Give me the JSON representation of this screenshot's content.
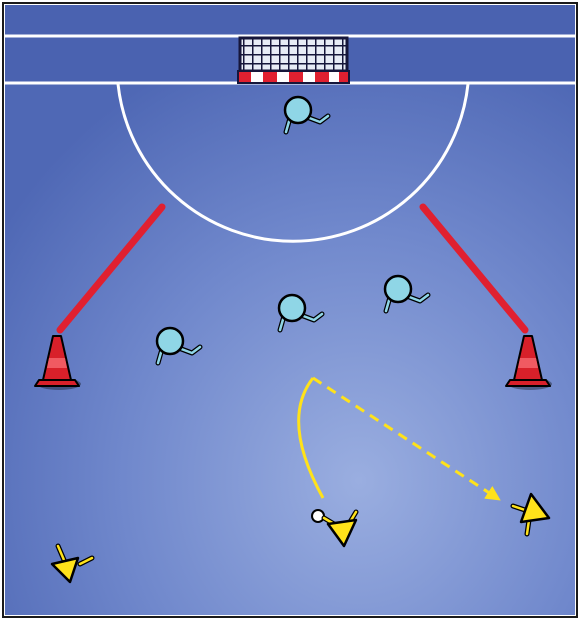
{
  "diagram": {
    "kind": "handball-drill",
    "colors": {
      "court_light": "#7f9ad3",
      "court_dark": "#4f68b5",
      "end_band": "#4a62b0",
      "line_white": "#ffffff",
      "boundary_red": "#e02030",
      "cone_red": "#d8202a",
      "goal_net": "#16163a",
      "defender_fill": "#8fd6e6",
      "attacker_fill": "#ffe21a",
      "ball_fill": "#ffffff",
      "path_yellow": "#ffe21a",
      "outline": "#000000"
    },
    "elements": {
      "goal": {
        "icon": "goal-net-icon"
      },
      "goal_area_line": {
        "shape": "semicircle"
      },
      "boundary_lines": [
        {
          "side": "left"
        },
        {
          "side": "right"
        }
      ],
      "cones": [
        {
          "side": "left",
          "icon": "cone-icon"
        },
        {
          "side": "right",
          "icon": "cone-icon"
        }
      ],
      "defenders": [
        {
          "role": "goalkeeper",
          "icon": "defender-player-icon"
        },
        {
          "role": "defender",
          "icon": "defender-player-icon"
        },
        {
          "role": "defender",
          "icon": "defender-player-icon"
        },
        {
          "role": "defender",
          "icon": "defender-player-icon"
        }
      ],
      "attackers": [
        {
          "role": "attacker-with-ball",
          "icon": "attacker-player-icon"
        },
        {
          "role": "attacker-right",
          "icon": "attacker-player-icon"
        },
        {
          "role": "attacker-left",
          "icon": "attacker-player-icon"
        }
      ],
      "ball": {
        "icon": "ball-icon"
      },
      "movements": [
        {
          "type": "run",
          "style": "solid-curve"
        },
        {
          "type": "pass",
          "style": "dashed-arrow"
        }
      ]
    }
  }
}
